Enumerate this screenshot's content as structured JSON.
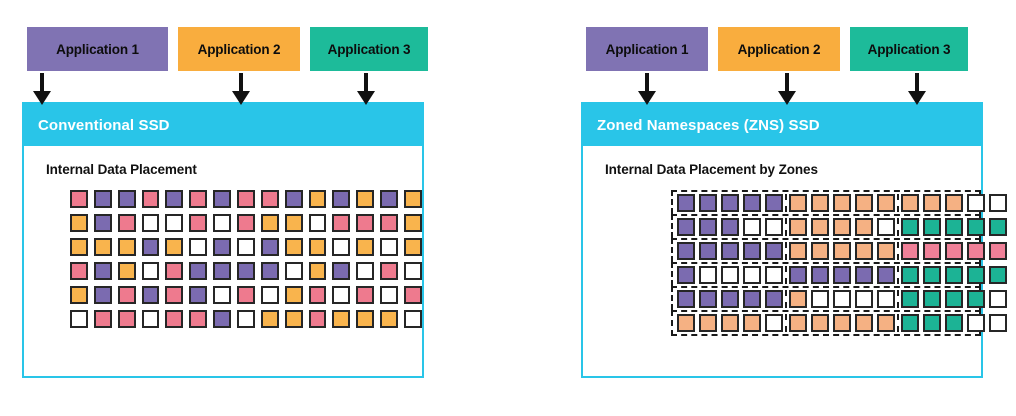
{
  "colors": {
    "accent_cyan": "#29c5e8",
    "app1_purple": "#8073b3",
    "app2_orange": "#f9ad3e",
    "app3_teal": "#1dbb9a",
    "cell_pink": "#ee7a8e",
    "cell_purple": "#7b6bb0",
    "cell_orange": "#f9b44d",
    "cell_peach": "#f5b183",
    "cell_teal": "#1cb395",
    "cell_pink2": "#f08098",
    "cell_white": "#ffffff",
    "cell_border": "#262626",
    "zone_border": "#1a1a1a"
  },
  "panels": [
    {
      "id": "conventional",
      "apps": [
        {
          "label": "Application 1",
          "color_key": "app1_purple",
          "width": 141
        },
        {
          "label": "Application 2",
          "color_key": "app2_orange",
          "width": 122
        },
        {
          "label": "Application 3",
          "color_key": "app3_teal",
          "width": 118
        }
      ],
      "ssd_title": "Conventional SSD",
      "subtitle": "Internal Data Placement",
      "grid": {
        "type": "plain",
        "rows": 6,
        "cols": 15,
        "cells": [
          [
            "pink",
            "purple",
            "purple",
            "pink",
            "purple",
            "pink",
            "purple",
            "pink",
            "pink",
            "purple",
            "orange",
            "purple",
            "orange",
            "purple",
            "orange"
          ],
          [
            "orange",
            "purple",
            "pink",
            "white",
            "white",
            "pink",
            "white",
            "pink",
            "orange",
            "orange",
            "white",
            "pink",
            "pink",
            "pink",
            "orange"
          ],
          [
            "orange",
            "orange",
            "orange",
            "purple",
            "orange",
            "white",
            "purple",
            "white",
            "purple",
            "orange",
            "orange",
            "white",
            "orange",
            "white",
            "orange"
          ],
          [
            "pink",
            "purple",
            "orange",
            "white",
            "pink",
            "purple",
            "purple",
            "purple",
            "purple",
            "white",
            "orange",
            "purple",
            "white",
            "pink",
            "white"
          ],
          [
            "orange",
            "purple",
            "pink",
            "purple",
            "pink",
            "purple",
            "white",
            "pink",
            "white",
            "orange",
            "pink",
            "white",
            "pink",
            "white",
            "pink"
          ],
          [
            "white",
            "pink",
            "pink",
            "white",
            "pink",
            "pink",
            "purple",
            "white",
            "orange",
            "orange",
            "pink",
            "orange",
            "orange",
            "orange",
            "white"
          ]
        ]
      }
    },
    {
      "id": "zns",
      "apps": [
        {
          "label": "Application 1",
          "color_key": "app1_purple",
          "width": 122
        },
        {
          "label": "Application 2",
          "color_key": "app2_orange",
          "width": 122
        },
        {
          "label": "Application 3",
          "color_key": "app3_teal",
          "width": 118
        }
      ],
      "ssd_title": "Zoned Namespaces (ZNS) SSD",
      "subtitle": "Internal Data Placement by Zones",
      "grid": {
        "type": "zoned",
        "rows": 6,
        "cols": 15,
        "zone_cols": [
          5,
          5,
          5
        ],
        "cells": [
          [
            "purple",
            "purple",
            "purple",
            "purple",
            "purple",
            "peach",
            "peach",
            "peach",
            "peach",
            "peach",
            "peach",
            "peach",
            "peach",
            "white",
            "white"
          ],
          [
            "purple",
            "purple",
            "purple",
            "white",
            "white",
            "peach",
            "peach",
            "peach",
            "peach",
            "white",
            "teal",
            "teal",
            "teal",
            "teal",
            "teal"
          ],
          [
            "purple",
            "purple",
            "purple",
            "purple",
            "purple",
            "peach",
            "peach",
            "peach",
            "peach",
            "peach",
            "pink2",
            "pink2",
            "pink2",
            "pink2",
            "pink2"
          ],
          [
            "purple",
            "white",
            "white",
            "white",
            "white",
            "purple",
            "purple",
            "purple",
            "purple",
            "purple",
            "teal",
            "teal",
            "teal",
            "teal",
            "teal"
          ],
          [
            "purple",
            "purple",
            "purple",
            "purple",
            "purple",
            "peach",
            "white",
            "white",
            "white",
            "white",
            "teal",
            "teal",
            "teal",
            "teal",
            "white"
          ],
          [
            "peach",
            "peach",
            "peach",
            "peach",
            "white",
            "peach",
            "peach",
            "peach",
            "peach",
            "peach",
            "teal",
            "teal",
            "teal",
            "white",
            "white"
          ]
        ]
      }
    }
  ],
  "icons": {
    "arrow": "down-arrow-icon"
  }
}
